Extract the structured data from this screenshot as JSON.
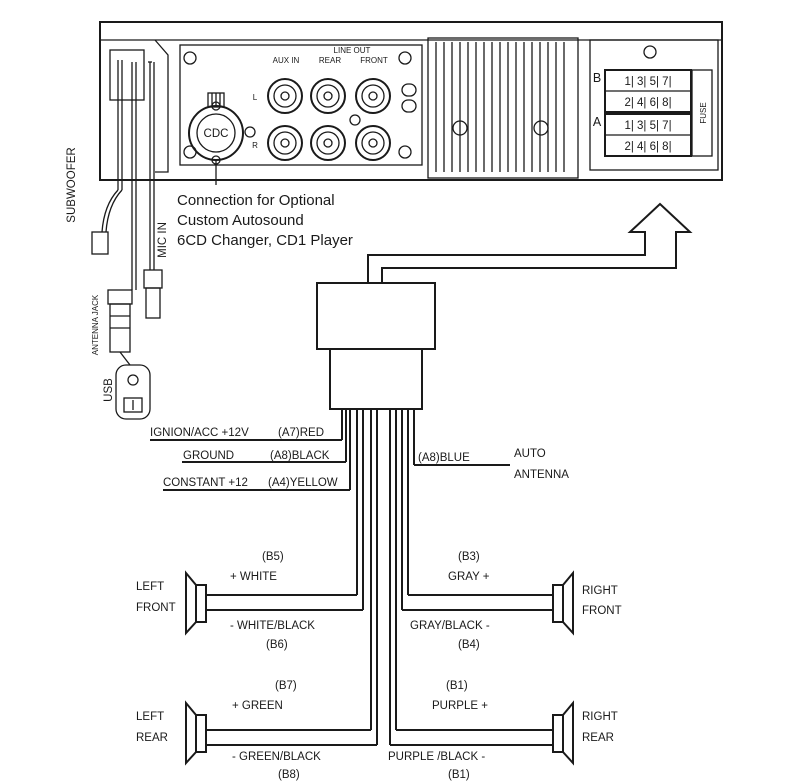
{
  "head_unit": {
    "aux_in": "AUX IN",
    "line_out": "LINE OUT",
    "rear": "REAR",
    "front": "FRONT",
    "ch_left": "L",
    "ch_right": "R",
    "cdc": "CDC",
    "iso_b": {
      "label": "B",
      "row1": "1| 3| 5| 7|",
      "row2": "2| 4| 6| 8|"
    },
    "iso_a": {
      "label": "A",
      "row1": "1| 3| 5| 7|",
      "row2": "2| 4| 6| 8|"
    },
    "fuse": "FUSE"
  },
  "cdc_note": {
    "line1": "Connection for Optional",
    "line2": "Custom Autosound",
    "line3": "6CD Changer, CD1 Player"
  },
  "side_leads": {
    "subwoofer": "SUBWOOFER",
    "mic_in": "MIC IN",
    "antenna_jack": "ANTENNA JACK",
    "usb": "USB"
  },
  "power_wires": {
    "ignition_func": "IGNION/ACC +12V",
    "ignition_code": "(A7)RED",
    "ground_func": "GROUND",
    "ground_code": "(A8)BLACK",
    "constant_func": "CONSTANT +12",
    "constant_code": "(A4)YELLOW",
    "antenna_code": "(A8)BLUE",
    "antenna_func_1": "AUTO",
    "antenna_func_2": "ANTENNA"
  },
  "speakers": {
    "left_front": {
      "name_1": "LEFT",
      "name_2": "FRONT",
      "pos_pin": "(B5)",
      "pos_label": "+  WHITE",
      "neg_label": "- WHITE/BLACK",
      "neg_pin": "(B6)"
    },
    "right_front": {
      "name_1": "RIGHT",
      "name_2": "FRONT",
      "pos_pin": "(B3)",
      "pos_label": "GRAY    +",
      "neg_label": "GRAY/BLACK -",
      "neg_pin": "(B4)"
    },
    "left_rear": {
      "name_1": "LEFT",
      "name_2": "REAR",
      "pos_pin": "(B7)",
      "pos_label": "+  GREEN",
      "neg_label": "- GREEN/BLACK",
      "neg_pin": "(B8)"
    },
    "right_rear": {
      "name_1": "RIGHT",
      "name_2": "REAR",
      "pos_pin": "(B1)",
      "pos_label": "PURPLE    +",
      "neg_label": "PURPLE /BLACK -",
      "neg_pin": "(B1)"
    }
  }
}
